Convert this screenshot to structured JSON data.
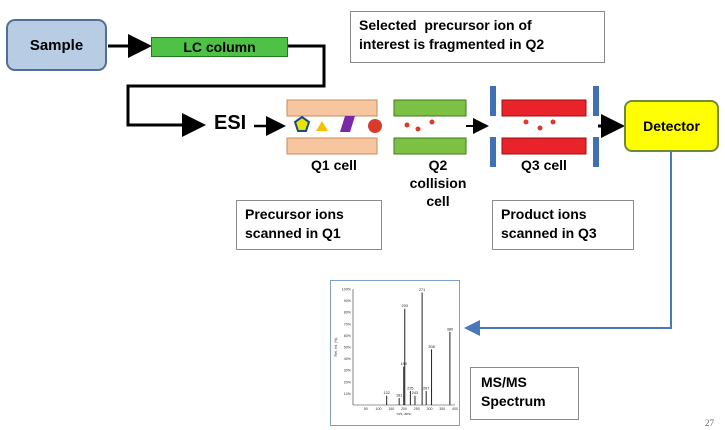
{
  "nodes": {
    "sample": "Sample",
    "lc_column": "LC column",
    "esi": "ESI",
    "detector": "Detector"
  },
  "cells": {
    "q1": "Q1 cell",
    "q2_line1": "Q2",
    "q2_line2": "collision",
    "q2_line3": "cell",
    "q3": "Q3 cell"
  },
  "notes": {
    "fragment_line1": "Selected  precursor ion of",
    "fragment_line2": "interest is fragmented in Q2",
    "precursor_line1": "Precursor ions",
    "precursor_line2": "scanned in Q1",
    "product_line1": "Product ions",
    "product_line2": "scanned in Q3",
    "spectrum_line1": "MS/MS",
    "spectrum_line2": "Spectrum"
  },
  "spectrum": {
    "y_ticks": [
      "100%",
      "90%",
      "80%",
      "70%",
      "60%",
      "50%",
      "40%",
      "30%",
      "20%",
      "10%"
    ],
    "x_ticks": [
      "50",
      "100",
      "150",
      "200",
      "250",
      "300",
      "350",
      "400"
    ],
    "y_title": "Rel. Int. (%)",
    "x_title": "m/z, amu",
    "peaks": [
      {
        "label": "132",
        "mz": 132,
        "pct": 8
      },
      {
        "label": "181",
        "mz": 181,
        "pct": 6
      },
      {
        "label": "199",
        "mz": 199,
        "pct": 33
      },
      {
        "label": "203",
        "mz": 203,
        "pct": 83
      },
      {
        "label": "225",
        "mz": 225,
        "pct": 12
      },
      {
        "label": "243",
        "mz": 243,
        "pct": 8
      },
      {
        "label": "271",
        "mz": 271,
        "pct": 97
      },
      {
        "label": "287",
        "mz": 287,
        "pct": 12
      },
      {
        "label": "308",
        "mz": 308,
        "pct": 48
      },
      {
        "label": "380",
        "mz": 380,
        "pct": 63
      }
    ]
  },
  "colors": {
    "q1_rod": "#f5c6a0",
    "q2_rod": "#7cc143",
    "q3_rod": "#e8232a",
    "ion": "#d93b2b",
    "lens": "#3f6fb5",
    "detector": "#ffff00"
  },
  "page_number": "27"
}
